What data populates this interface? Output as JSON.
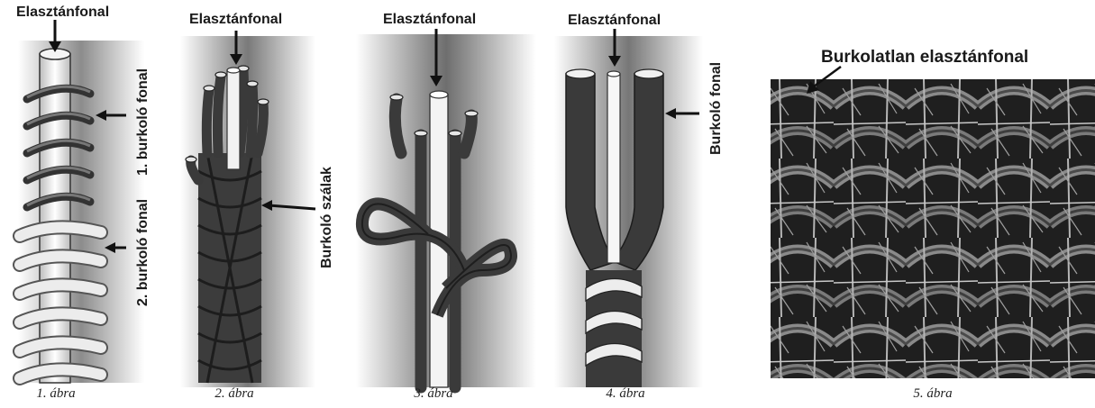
{
  "figures": [
    {
      "caption": "1. ábra",
      "labels": {
        "top": "Elasztánfonal",
        "first_cover": "1. burkoló fonal",
        "second_cover": "2. burkoló fonal"
      }
    },
    {
      "caption": "2. ábra",
      "labels": {
        "top": "Elasztánfonal",
        "side": "Burkoló szálak"
      }
    },
    {
      "caption": "3. ábra",
      "labels": {
        "top": "Elasztánfonal"
      }
    },
    {
      "caption": "4. ábra",
      "labels": {
        "top": "Elasztánfonal",
        "side": "Burkoló fonal"
      }
    },
    {
      "caption": "5. ábra",
      "labels": {
        "top": "Burkolatlan elasztánfonal"
      }
    }
  ],
  "colors": {
    "yarn_dark": "#3a3a3a",
    "yarn_light": "#e8e8e8",
    "background_shade": "#9a9a9a",
    "fabric": "#2b2b2b"
  }
}
